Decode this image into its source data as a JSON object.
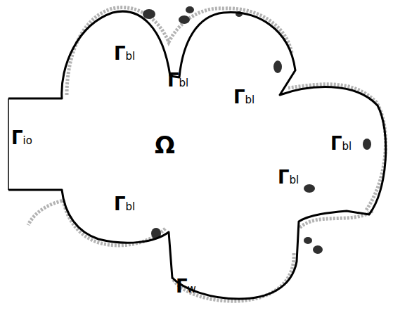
{
  "diagram": {
    "labels": [
      "Γbl",
      "Γbl",
      "Γbl",
      "Γio",
      "Ω",
      "Γbl",
      "Γbl",
      "Γbl",
      "Γw"
    ]
  }
}
